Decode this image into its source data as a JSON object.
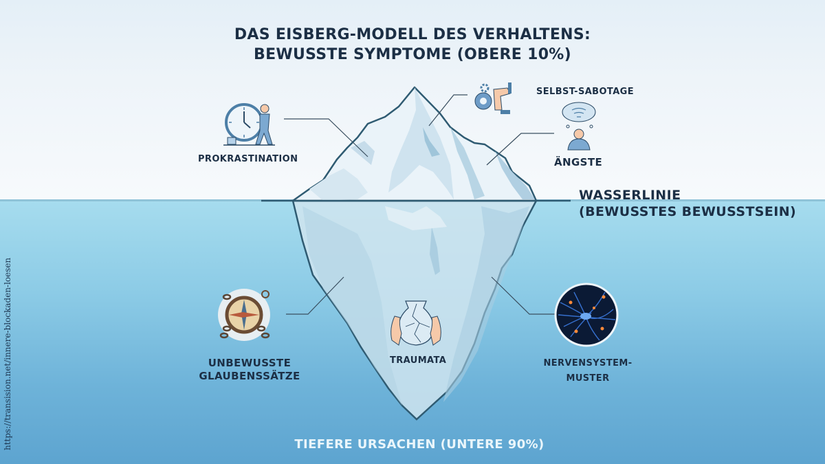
{
  "title": {
    "line1": "DAS EISBERG-MODELL DES VERHALTENS:",
    "line2": "BEWUSSTE SYMPTOME (OBERE 10%)"
  },
  "waterline": {
    "line1": "WASSERLINIE",
    "line2": "(BEWUSSTES BEWUSSTSEIN)"
  },
  "bottom_label": "TIEFERE URSACHEN (UNTERE 90%)",
  "source_url": "https://transision.net/innere-blockaden-loesen",
  "above_water": [
    {
      "label": "PROKRASTINATION",
      "icon": "clock-person-icon"
    },
    {
      "label": "SELBST-SABOTAGE",
      "icon": "gears-hand-icon"
    },
    {
      "label": "ÄNGSTE",
      "icon": "anxious-person-icon"
    }
  ],
  "below_water": [
    {
      "label_line1": "UNBEWUSSTE",
      "label_line2": "GLAUBENSSÄTZE",
      "icon": "chained-compass-icon"
    },
    {
      "label": "TRAUMATA",
      "icon": "broken-vase-icon"
    },
    {
      "label_line1": "NERVENSYSTEM-",
      "label_line2": "MUSTER",
      "icon": "neurons-icon"
    }
  ],
  "colors": {
    "text_dark": "#1c2f45",
    "sky": "#eef4f9",
    "sea_top": "#a6dcee",
    "sea_bottom": "#5da4d0",
    "iceberg_outline": "#2f5b72",
    "ice": "#e8f2f8",
    "ice_shadow": "#b9d6e6"
  }
}
